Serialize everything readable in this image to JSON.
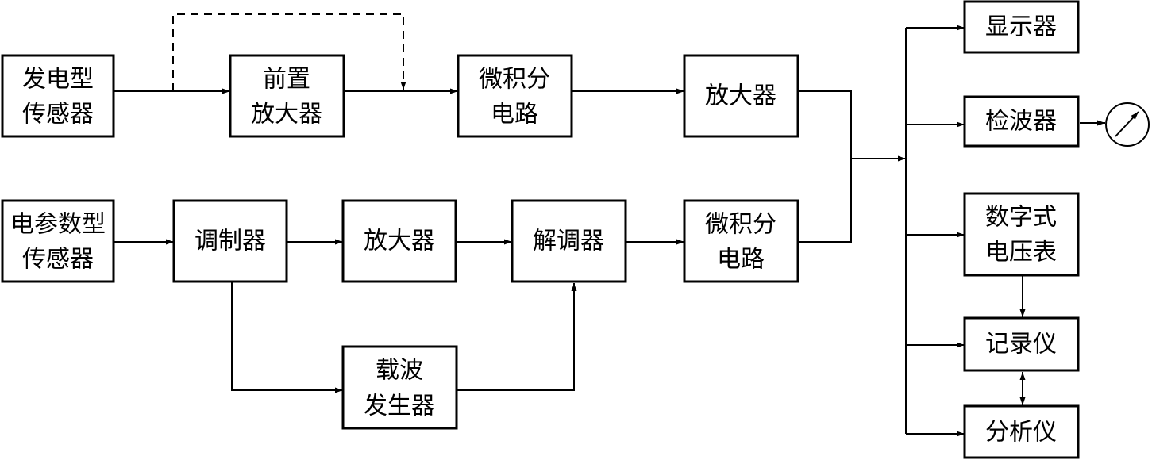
{
  "blocks": {
    "gen_sensor": [
      "发电型",
      "传感器"
    ],
    "preamp": [
      "前置",
      "放大器"
    ],
    "integ_diff_1": [
      "微积分",
      "电路"
    ],
    "amplifier_1": [
      "放大器"
    ],
    "param_sensor": [
      "电参数型",
      "传感器"
    ],
    "modulator": [
      "调制器"
    ],
    "amplifier_2": [
      "放大器"
    ],
    "demodulator": [
      "解调器"
    ],
    "integ_diff_2": [
      "微积分",
      "电路"
    ],
    "carrier_gen": [
      "载波",
      "发生器"
    ],
    "display": [
      "显示器"
    ],
    "detector": [
      "检波器"
    ],
    "digital_voltmeter": [
      "数字式",
      "电压表"
    ],
    "recorder": [
      "记录仪"
    ],
    "analyzer": [
      "分析仪"
    ]
  }
}
